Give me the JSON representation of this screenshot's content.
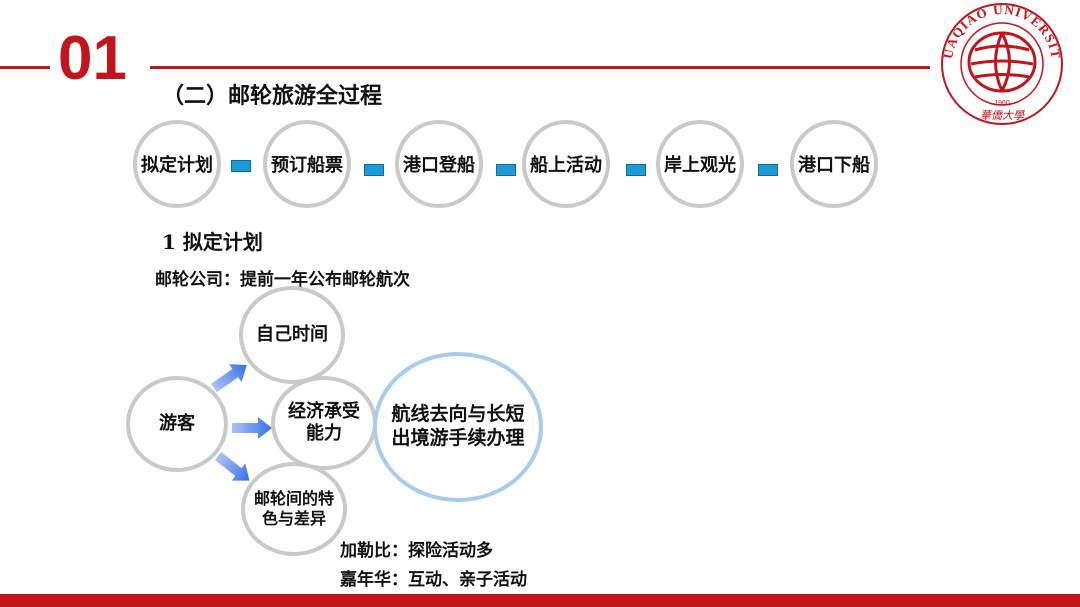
{
  "header": {
    "section_number": "01",
    "subtitle": "（二）邮轮旅游全过程"
  },
  "logo": {
    "text": "HUAQIAO UNIVERSITY",
    "year": "1960",
    "chinese": "華僑大學"
  },
  "process_steps": [
    "拟定计划",
    "预订船票",
    "港口登船",
    "船上活动",
    "岸上观光",
    "港口下船"
  ],
  "section": {
    "heading": "1  拟定计划",
    "line": "邮轮公司：提前一年公布邮轮航次"
  },
  "diagram": {
    "source": "游客",
    "targets": [
      {
        "lines": [
          "自己时间"
        ]
      },
      {
        "lines": [
          "经济承受",
          "能力"
        ]
      },
      {
        "lines": [
          "邮轮间的特",
          "色与差异"
        ]
      }
    ],
    "result": {
      "lines": [
        "航线去向与长短",
        "出境游手续办理"
      ]
    }
  },
  "notes": [
    "加勒比：探险活动多",
    "嘉年华：互动、亲子活动"
  ],
  "colors": {
    "accent": "#c0151d",
    "connector": "#1c9ad6",
    "arrow": "#4a7df0"
  }
}
